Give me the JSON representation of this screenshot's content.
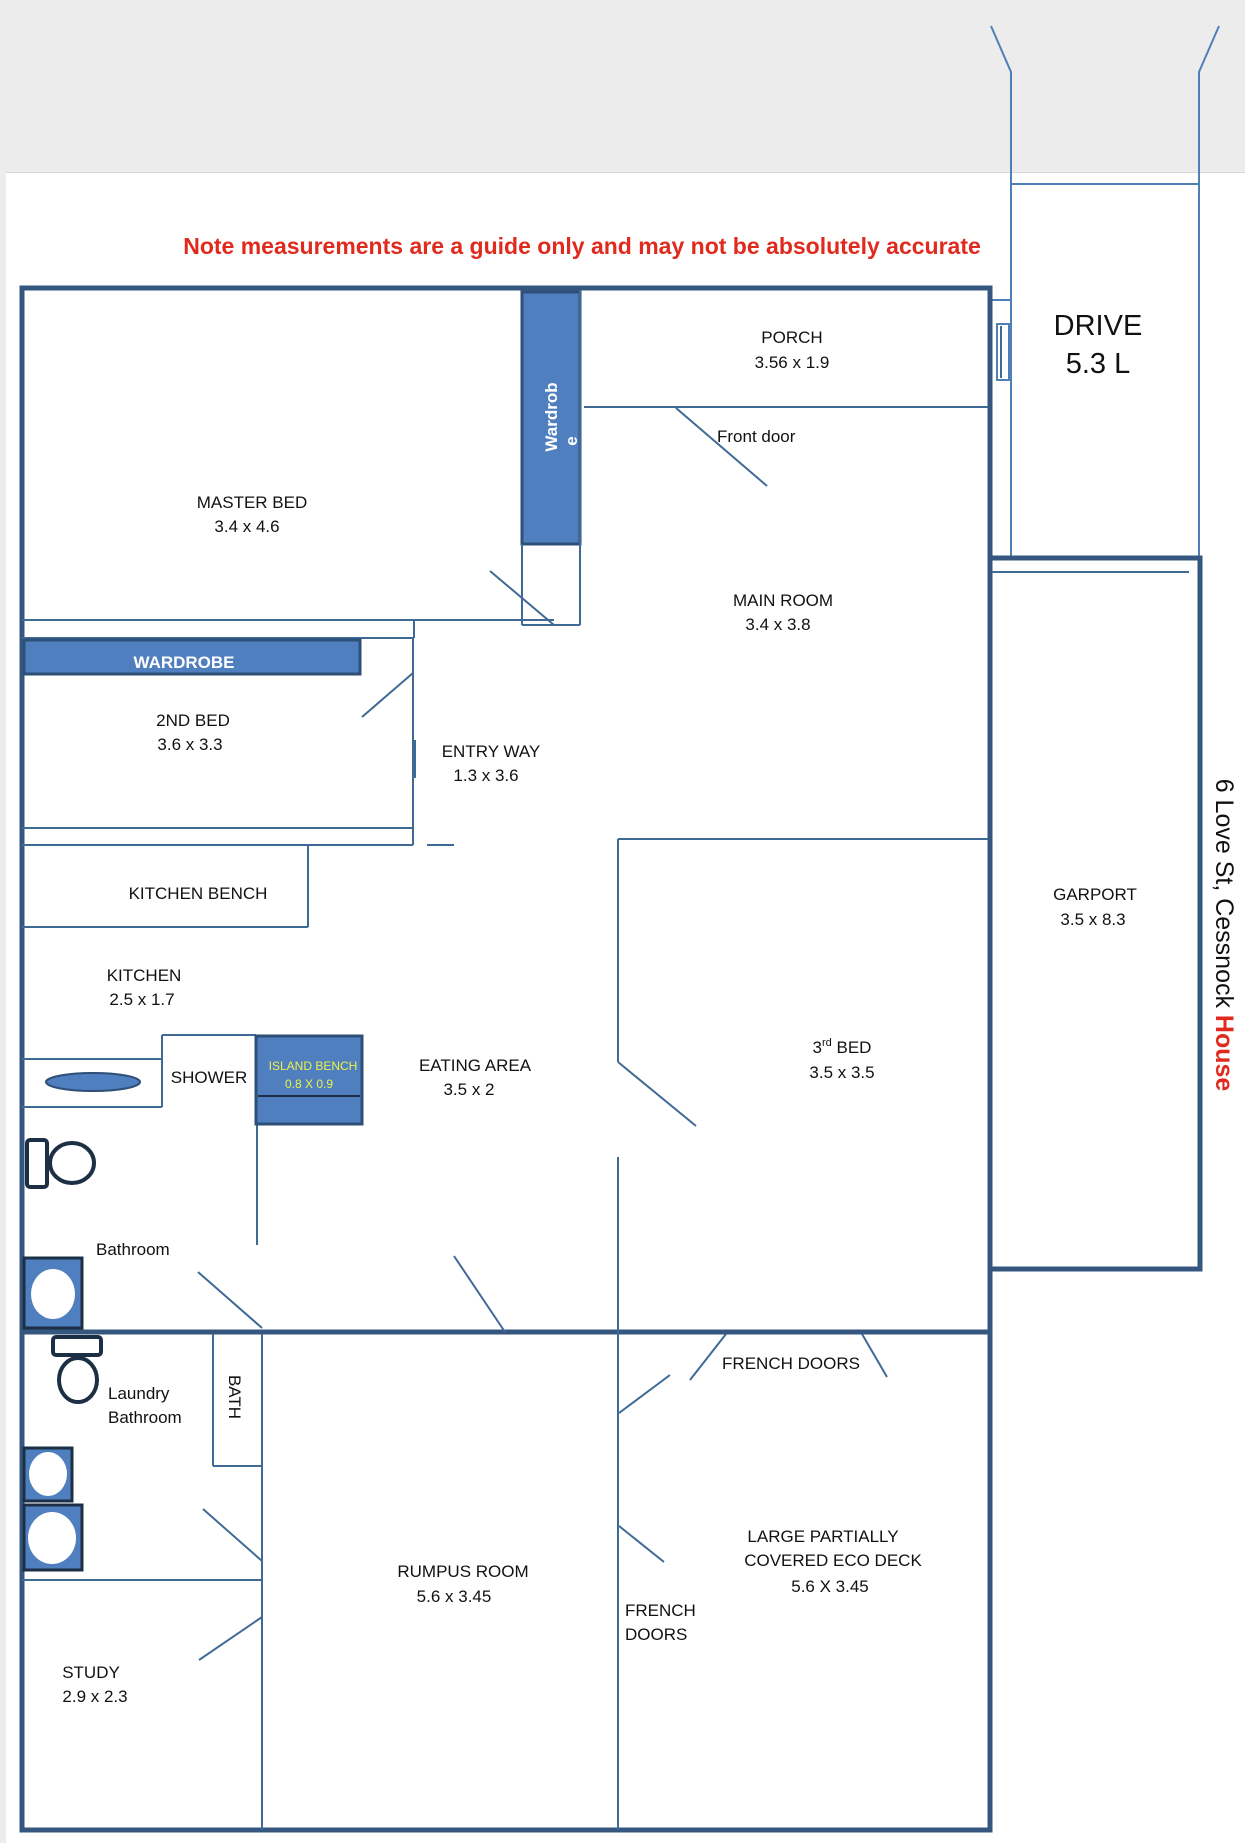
{
  "note": "Note measurements are a guide only and may not be absolutely accurate",
  "address": {
    "street": "6 Love St, Cessnock ",
    "house": "House"
  },
  "drive": {
    "label": "DRIVE",
    "size": "5.3 L"
  },
  "rooms": {
    "porch": {
      "name": "PORCH",
      "size": "3.56 x 1.9"
    },
    "front_door": "Front door",
    "master_bed": {
      "name": "MASTER BED",
      "size": "3.4 x 4.6"
    },
    "wardrobe_vertical": {
      "line1": "Wardrob",
      "line2": "e"
    },
    "main_room": {
      "name": "MAIN ROOM",
      "size": "3.4 x 3.8"
    },
    "wardrobe": "WARDROBE",
    "second_bed": {
      "name": "2ND BED",
      "size": "3.6 x 3.3"
    },
    "entry_way": {
      "name": "ENTRY WAY",
      "size": "1.3 x 3.6"
    },
    "garport": {
      "name": "GARPORT",
      "size": "3.5 x 8.3"
    },
    "kitchen_bench": "KITCHEN BENCH",
    "kitchen": {
      "name": "KITCHEN",
      "size": "2.5 x 1.7"
    },
    "third_bed": {
      "name_base": "3",
      "name_sup": "rd",
      "name_rest": " BED",
      "size": "3.5 x 3.5"
    },
    "shower": "SHOWER",
    "island_bench": {
      "name": "ISLAND BENCH",
      "size": "0.8 X 0.9"
    },
    "eating_area": {
      "name": "EATING AREA",
      "size": "3.5 x 2"
    },
    "bathroom": "Bathroom",
    "french_doors_top": "FRENCH DOORS",
    "laundry": {
      "line1": "Laundry",
      "line2": "Bathroom"
    },
    "bath": "BATH",
    "deck": {
      "line1": "LARGE PARTIALLY",
      "line2": "COVERED ECO DECK",
      "size": "5.6 X 3.45"
    },
    "rumpus": {
      "name": "RUMPUS ROOM",
      "size": "5.6 x 3.45"
    },
    "french_doors_side": {
      "line1": "FRENCH",
      "line2": "DOORS"
    },
    "study": {
      "name": "STUDY",
      "size": "2.9 x 2.3"
    }
  },
  "colors": {
    "wall": "#35577f",
    "fill_blue": "#4f7fbe",
    "note_red": "#e02a1d",
    "island_text": "#ecf24a"
  }
}
